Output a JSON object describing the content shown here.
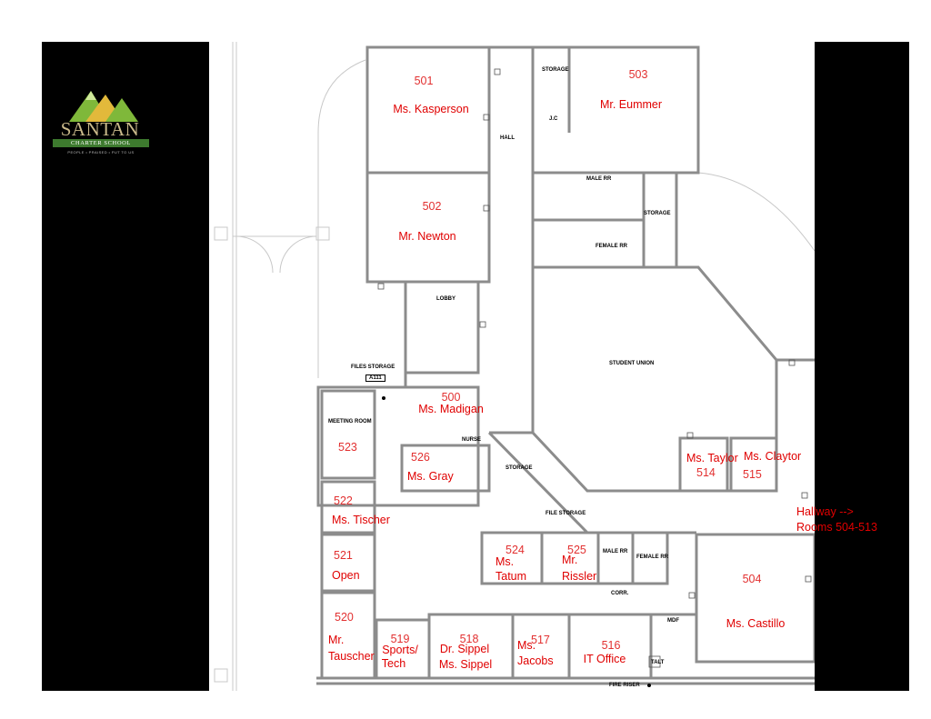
{
  "school": {
    "name": "SANTAN",
    "subtitle": "CHARTER SCHOOL",
    "tagline": "PEOPLE • PRAISED • PUT TO US"
  },
  "rooms": [
    {
      "number": "501",
      "teacher": "Ms. Kasperson"
    },
    {
      "number": "502",
      "teacher": "Mr. Newton"
    },
    {
      "number": "503",
      "teacher": "Mr. Eummer"
    },
    {
      "number": "500",
      "teacher": "Ms. Madigan"
    },
    {
      "number": "523",
      "label": "MEETING ROOM"
    },
    {
      "number": "526",
      "teacher": "Ms. Gray"
    },
    {
      "number": "522",
      "teacher": "Ms. Tischer"
    },
    {
      "number": "521",
      "teacher": "Open"
    },
    {
      "number": "520",
      "teacher_line1": "Mr.",
      "teacher_line2": "Tauscher"
    },
    {
      "number": "519",
      "teacher_line1": "Sports/",
      "teacher_line2": "Tech"
    },
    {
      "number": "518",
      "teacher_line1": "Dr. Sippel",
      "teacher_line2": "Ms. Sippel"
    },
    {
      "number": "517",
      "teacher_line1": "Ms.",
      "teacher_line2": "Jacobs"
    },
    {
      "number": "516",
      "teacher": "IT Office"
    },
    {
      "number": "524",
      "teacher_line1": "Ms.",
      "teacher_line2": "Tatum"
    },
    {
      "number": "525",
      "teacher_line1": "Mr.",
      "teacher_line2": "Rissler"
    },
    {
      "number": "514",
      "teacher": "Ms. Taylor"
    },
    {
      "number": "515",
      "teacher": "Ms. Claytor"
    },
    {
      "number": "504",
      "teacher": "Ms. Castillo"
    }
  ],
  "hallway_note": {
    "line1": "Hallway -->",
    "line2": "Rooms 504-513"
  },
  "plan_labels": {
    "storage": "STORAGE",
    "jc": "J.C",
    "hall": "HALL",
    "male_rr": "MALE RR",
    "female_rr": "FEMALE RR",
    "lobby": "LOBBY",
    "files_storage": "FILES STORAGE",
    "a111": "A111",
    "student_union": "STUDENT UNION",
    "nurse": "NURSE",
    "file_storage": "FILE STORAGE",
    "corr": "CORR.",
    "mdf": "MDF",
    "fire_riser": "FIRE RISER",
    "talt": "TALT"
  },
  "colors": {
    "annotation": "#e00000",
    "wall": "#8c8c8c",
    "background": "#ffffff",
    "panel": "#000000",
    "logo_green": "#3d7a2e",
    "logo_gold": "#c9b98a"
  }
}
